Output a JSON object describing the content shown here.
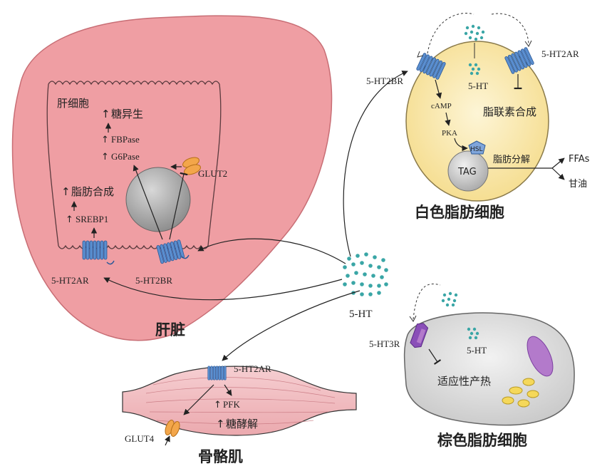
{
  "liver": {
    "title": "肝脏",
    "cell_label": "肝细胞",
    "gluconeogenesis": "糖异生",
    "fbpase": "FBPase",
    "g6pase": "G6Pase",
    "lipogenesis": "脂肪合成",
    "srebp1": "SREBP1",
    "glut2": "GLUT2",
    "receptor_2a": "5-HT2AR",
    "receptor_2b": "5-HT2BR"
  },
  "center": {
    "label": "5-HT"
  },
  "white_adipocyte": {
    "title": "白色脂肪细胞",
    "receptor_2b": "5-HT2BR",
    "receptor_2a": "5-HT2AR",
    "ht_label": "5-HT",
    "camp": "cAMP",
    "pka": "PKA",
    "hsl": "HSL",
    "tag": "TAG",
    "lipolysis": "脂肪分解",
    "adiponectin": "脂联素合成",
    "ffas": "FFAs",
    "glycerol": "甘油"
  },
  "brown_adipocyte": {
    "title": "棕色脂肪细胞",
    "receptor_3": "5-HT3R",
    "ht_label": "5-HT",
    "thermogenesis": "适应性产热"
  },
  "muscle": {
    "title": "骨骼肌",
    "receptor_2a": "5-HT2AR",
    "pfk": "PFK",
    "glycolysis": "糖酵解",
    "glut4": "GLUT4"
  },
  "up_arrow_glyph": "↑",
  "colors": {
    "liver_fill": "#ef9ea3",
    "white_fat_fill": "#f8e6a8",
    "brown_fat_fill": "#dcdcdc",
    "receptor_blue": "#5b8fd0",
    "receptor_purple": "#8a4fb8",
    "dot_teal": "#3aa6a6"
  }
}
